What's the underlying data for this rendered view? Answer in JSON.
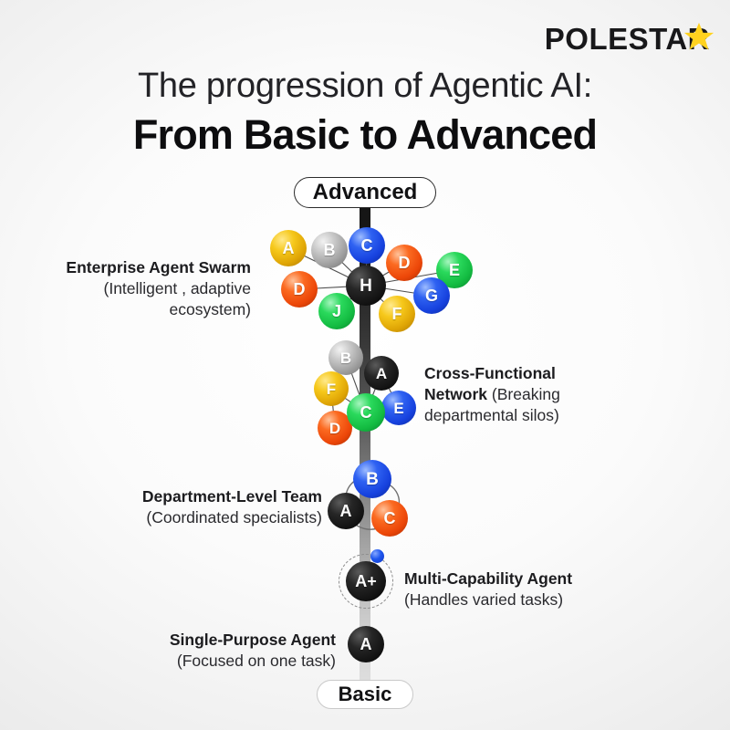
{
  "brand": {
    "name": "POLESTAR",
    "star_color": "#ffd21f",
    "text_color": "#18181a"
  },
  "title": {
    "line1": "The progression of Agentic AI:",
    "line2": "From Basic to Advanced"
  },
  "axis": {
    "top_label": "Advanced",
    "bottom_label": "Basic"
  },
  "palette": {
    "gold": "#e8b307",
    "gray": "#a8a8a8",
    "blue": "#1649e8",
    "orange": "#f4510c",
    "green": "#1cc84a",
    "black": "#141414",
    "background": "#f0f0f0"
  },
  "stages": [
    {
      "id": "enterprise-agent-swarm",
      "title": "Enterprise Agent Swarm",
      "subtitle": "(Intelligent , adaptive ecosystem)",
      "caption_side": "left",
      "hub": {
        "label": "H",
        "color": "black"
      },
      "nodes": [
        {
          "label": "A",
          "color": "gold"
        },
        {
          "label": "B",
          "color": "gray"
        },
        {
          "label": "C",
          "color": "blue"
        },
        {
          "label": "D",
          "color": "orange"
        },
        {
          "label": "E",
          "color": "green"
        },
        {
          "label": "D",
          "color": "orange"
        },
        {
          "label": "J",
          "color": "green"
        },
        {
          "label": "F",
          "color": "gold"
        },
        {
          "label": "G",
          "color": "blue"
        }
      ]
    },
    {
      "id": "cross-functional-network",
      "title": "Cross-Functional Network",
      "subtitle": "(Breaking departmental silos)",
      "caption_side": "right",
      "hub": {
        "label": "C",
        "color": "green"
      },
      "nodes": [
        {
          "label": "B",
          "color": "gray"
        },
        {
          "label": "A",
          "color": "black"
        },
        {
          "label": "F",
          "color": "gold"
        },
        {
          "label": "E",
          "color": "blue"
        },
        {
          "label": "D",
          "color": "orange"
        }
      ]
    },
    {
      "id": "department-level-team",
      "title": "Department-Level Team",
      "subtitle": "(Coordinated specialists)",
      "caption_side": "left",
      "hub": {
        "label": "B",
        "color": "blue"
      },
      "nodes": [
        {
          "label": "A",
          "color": "black"
        },
        {
          "label": "C",
          "color": "orange"
        }
      ]
    },
    {
      "id": "multi-capability-agent",
      "title": "Multi-Capability Agent",
      "subtitle": "(Handles varied tasks)",
      "caption_side": "right",
      "hub": {
        "label": "A+",
        "color": "black"
      },
      "nodes": []
    },
    {
      "id": "single-purpose-agent",
      "title": "Single-Purpose Agent",
      "subtitle": "(Focused on one task)",
      "caption_side": "left",
      "hub": {
        "label": "A",
        "color": "black"
      },
      "nodes": []
    }
  ],
  "chart_data": {
    "type": "diagram",
    "title": "The progression of Agentic AI: From Basic to Advanced",
    "axis_type": "vertical-maturity-scale",
    "axis_low": "Basic",
    "axis_high": "Advanced",
    "levels": [
      {
        "rank": 1,
        "name": "Single-Purpose Agent",
        "detail": "(Focused on one task)",
        "agent_count": 1,
        "agents": [
          "A"
        ]
      },
      {
        "rank": 2,
        "name": "Multi-Capability Agent",
        "detail": "(Handles varied tasks)",
        "agent_count": 1,
        "agents": [
          "A+"
        ]
      },
      {
        "rank": 3,
        "name": "Department-Level Team",
        "detail": "(Coordinated specialists)",
        "agent_count": 3,
        "agents": [
          "A",
          "B",
          "C"
        ]
      },
      {
        "rank": 4,
        "name": "Cross-Functional Network",
        "detail": "(Breaking departmental silos)",
        "agent_count": 6,
        "agents": [
          "A",
          "B",
          "C",
          "D",
          "E",
          "F"
        ]
      },
      {
        "rank": 5,
        "name": "Enterprise Agent Swarm",
        "detail": "(Intelligent , adaptive ecosystem)",
        "agent_count": 10,
        "agents": [
          "A",
          "B",
          "C",
          "D",
          "D",
          "E",
          "F",
          "G",
          "H",
          "J"
        ]
      }
    ]
  }
}
